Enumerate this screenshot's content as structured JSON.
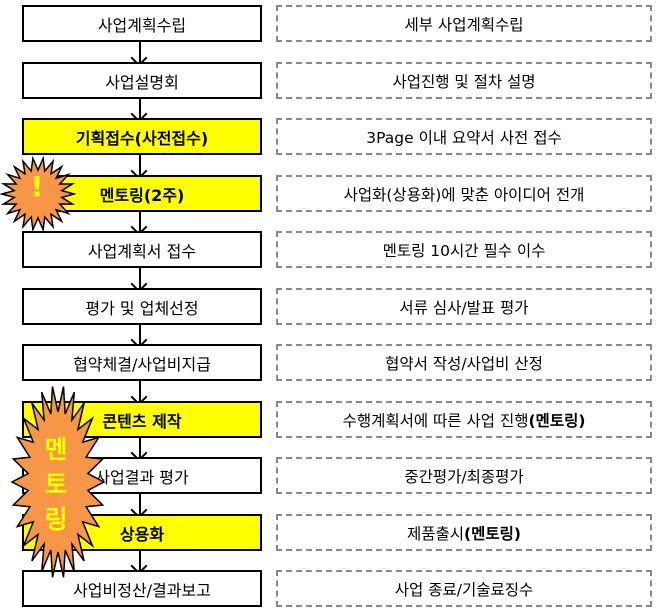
{
  "steps": [
    {
      "label": "사업계획수립",
      "detail": "세부 사업계획수립",
      "highlight": false
    },
    {
      "label": "사업설명회",
      "detail": "사업진행 및 절차 설명",
      "highlight": false
    },
    {
      "label": "기획접수(사전접수)",
      "detail": "3Page 이내 요약서 사전 접수",
      "highlight": true
    },
    {
      "label": "멘토링(2주)",
      "detail": "사업화(상용화)에 맞춘 아이디어 전개",
      "highlight": true
    },
    {
      "label": "사업계획서 접수",
      "detail": "멘토링 10시간 필수 이수",
      "highlight": false
    },
    {
      "label": "평가 및 업체선정",
      "detail": "서류 심사/발표 평가",
      "highlight": false
    },
    {
      "label": "협약체결/사업비지급",
      "detail": "협약서 작성/사업비 산정",
      "highlight": false
    },
    {
      "label": "콘텐츠 제작",
      "detail": "수행계획서에 따른 사업 진행",
      "detail_bold": "(멘토링)",
      "highlight": true
    },
    {
      "label": "사업결과 평가",
      "detail": "중간평가/최종평가",
      "highlight": false
    },
    {
      "label": "상용화",
      "detail": "제품출시",
      "detail_bold": "(멘토링)",
      "highlight": true
    },
    {
      "label": "사업비정산/결과보고",
      "detail": "사업 종료/기술료징수",
      "highlight": false
    }
  ],
  "burst1": {
    "text": "!",
    "icon": "exclamation-burst-icon"
  },
  "burst2": {
    "chars": [
      "멘",
      "토",
      "링"
    ]
  },
  "colors": {
    "highlight": "#ffff00",
    "burst": "#f79646"
  }
}
